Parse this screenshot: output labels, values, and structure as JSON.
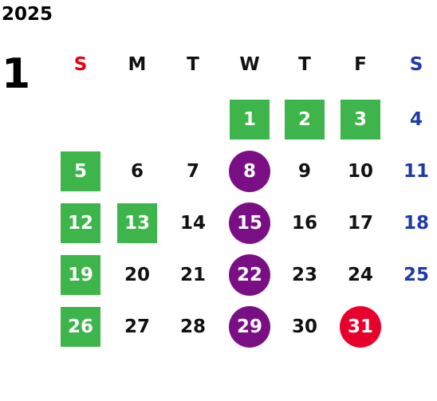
{
  "calendar": {
    "year": "2025",
    "month": "1",
    "weekdays": [
      "S",
      "M",
      "T",
      "W",
      "T",
      "F",
      "S"
    ],
    "colors": {
      "sunday_header": "#e60012",
      "saturday": "#1e3aa8",
      "green_highlight": "#3db54a",
      "purple_highlight": "#7a0f85",
      "red_highlight": "#e8002d"
    },
    "weeks": [
      [
        {
          "day": ""
        },
        {
          "day": ""
        },
        {
          "day": ""
        },
        {
          "day": "1",
          "mark": "green"
        },
        {
          "day": "2",
          "mark": "green"
        },
        {
          "day": "3",
          "mark": "green"
        },
        {
          "day": "4"
        }
      ],
      [
        {
          "day": "5",
          "mark": "green"
        },
        {
          "day": "6"
        },
        {
          "day": "7"
        },
        {
          "day": "8",
          "mark": "purple"
        },
        {
          "day": "9"
        },
        {
          "day": "10"
        },
        {
          "day": "11"
        }
      ],
      [
        {
          "day": "12",
          "mark": "green"
        },
        {
          "day": "13",
          "mark": "green"
        },
        {
          "day": "14"
        },
        {
          "day": "15",
          "mark": "purple"
        },
        {
          "day": "16"
        },
        {
          "day": "17"
        },
        {
          "day": "18"
        }
      ],
      [
        {
          "day": "19",
          "mark": "green"
        },
        {
          "day": "20"
        },
        {
          "day": "21"
        },
        {
          "day": "22",
          "mark": "purple"
        },
        {
          "day": "23"
        },
        {
          "day": "24"
        },
        {
          "day": "25"
        }
      ],
      [
        {
          "day": "26",
          "mark": "green"
        },
        {
          "day": "27"
        },
        {
          "day": "28"
        },
        {
          "day": "29",
          "mark": "purple"
        },
        {
          "day": "30"
        },
        {
          "day": "31",
          "mark": "red"
        },
        {
          "day": ""
        }
      ]
    ]
  }
}
